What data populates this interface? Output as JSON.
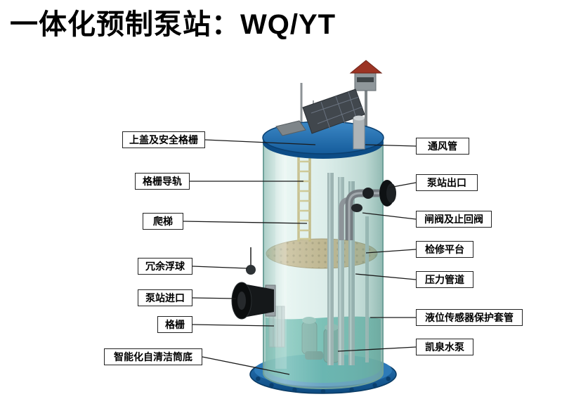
{
  "title": "一体化预制泵站：WQ/YT",
  "diagram": {
    "left_labels": [
      {
        "label": "上盖及安全格栅"
      },
      {
        "label": "格栅导轨"
      },
      {
        "label": "爬梯"
      },
      {
        "label": "冗余浮球"
      },
      {
        "label": "泵站进口"
      },
      {
        "label": "格栅"
      },
      {
        "label": "智能化自清洁筒底"
      }
    ],
    "right_labels": [
      {
        "label": "通风管"
      },
      {
        "label": "泵站出口"
      },
      {
        "label": "闸阀及止回阀"
      },
      {
        "label": "检修平台"
      },
      {
        "label": "压力管道"
      },
      {
        "label": "液位传感器保护套管"
      },
      {
        "label": "凯泉水泵"
      }
    ],
    "colors": {
      "lid_blue": "#1a66a8",
      "base_blue": "#14548f",
      "tank_teal": "#a9d3ca",
      "water_teal": "#2f9f90",
      "platform_tan": "#c89b5e",
      "ladder_yellow": "#c49a3f",
      "roof_red": "#9c3424",
      "leader_line": "#1a1a1a"
    }
  }
}
